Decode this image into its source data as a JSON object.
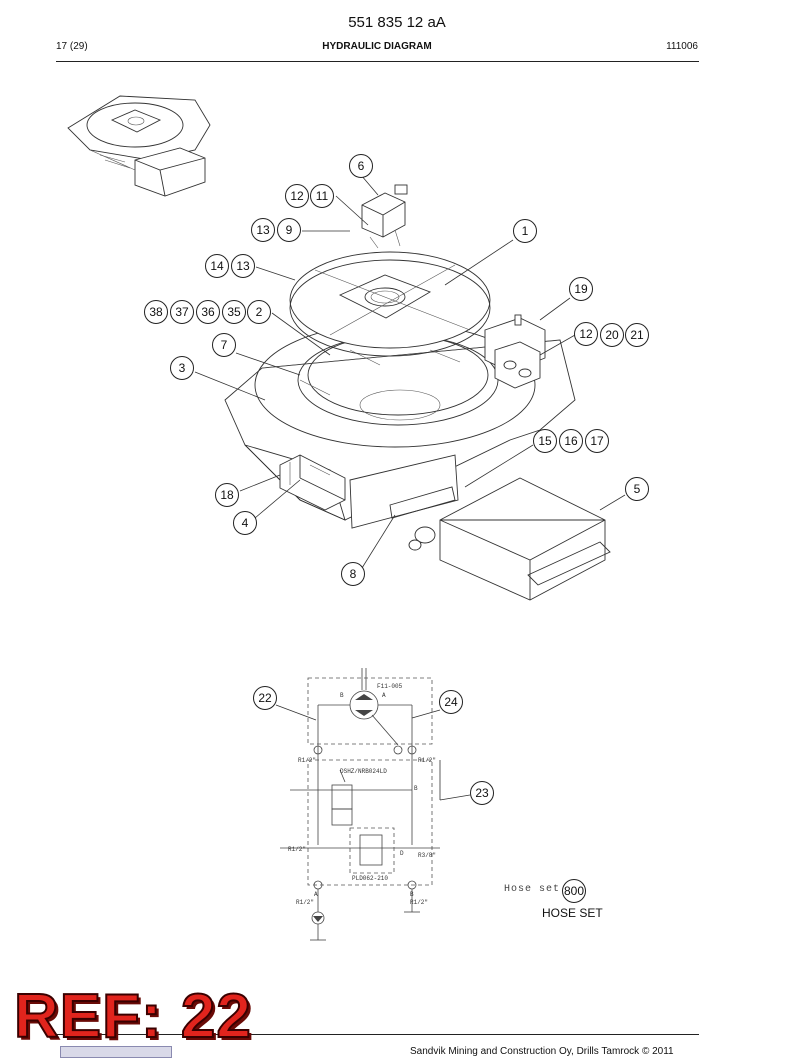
{
  "header": {
    "doc_code": "551 835 12 aA",
    "page": "17 (29)",
    "title": "HYDRAULIC DIAGRAM",
    "date_code": "111006"
  },
  "callouts": [
    "6",
    "12",
    "11",
    "13",
    "9",
    "1",
    "14",
    "13",
    "19",
    "38",
    "37",
    "36",
    "35",
    "2",
    "12",
    "20",
    "21",
    "7",
    "3",
    "15",
    "16",
    "17",
    "5",
    "18",
    "4",
    "8",
    "22",
    "24",
    "23",
    "800"
  ],
  "schematic_labels": {
    "f11": "F11-005",
    "port_b": "B",
    "port_a": "A",
    "r12_left": "R1/2\"",
    "r12_right": "R1/2\"",
    "valve1": "DSHZ/NRB024LD",
    "r12_mid": "R1/2\"",
    "r38": "R3/8\"",
    "valve2": "PLD062-210",
    "r12_bl": "R1/2\"",
    "r12_br": "R1/2\"",
    "a_low": "A",
    "b_low": "B",
    "b_mid": "B",
    "d_mid": "D"
  },
  "hose_set": {
    "small_text": "Hose set",
    "number": "800",
    "label": "HOSE SET"
  },
  "ref_stamp": "REF: 22",
  "footer": {
    "text": "Sandvik Mining and Construction Oy, Drills Tamrock © 2011"
  }
}
